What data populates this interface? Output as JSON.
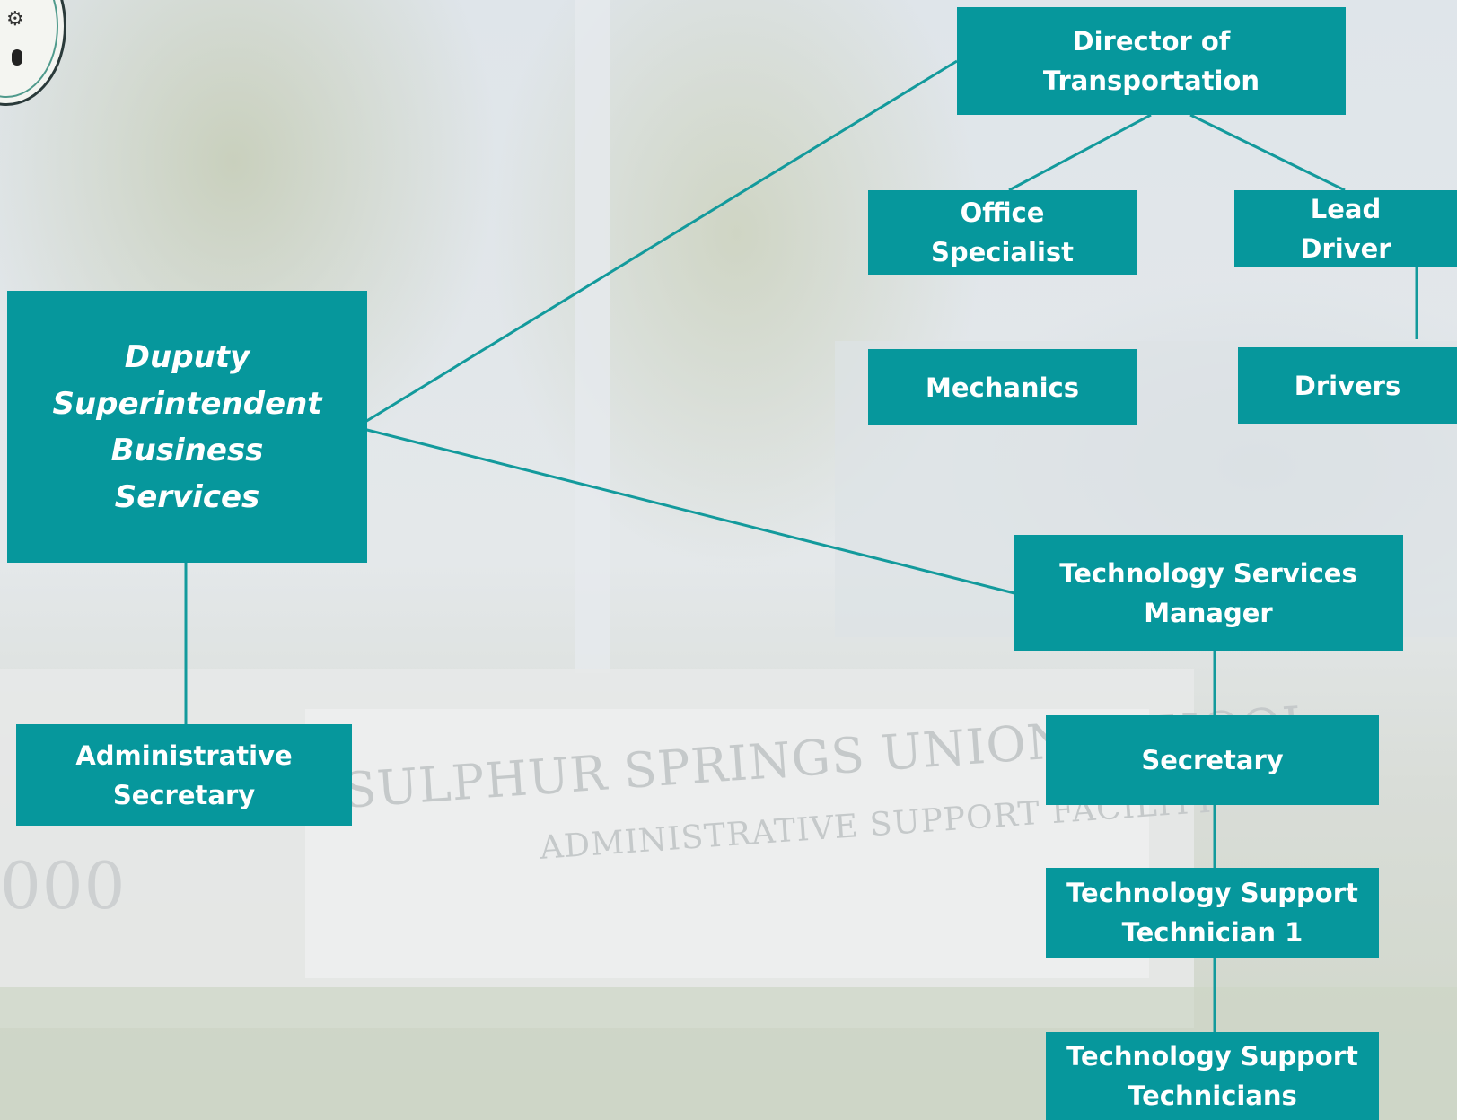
{
  "background": {
    "sign_line1": "SULPHUR SPRINGS UNION SCHOOL",
    "sign_line2": "ADMINISTRATIVE SUPPORT FACILITY",
    "sign_number": "000"
  },
  "logo": {
    "icon": "school-district-seal"
  },
  "colors": {
    "box": "#06979c",
    "line": "#139a9c",
    "text": "#ffffff"
  },
  "chart": {
    "root": "Duputy\nSuperintendent\nBusiness\nServices",
    "admin_secretary": "Administrative\nSecretary",
    "director_transportation": "Director of\nTransportation",
    "office_specialist": "Office\nSpecialist",
    "lead_driver": "Lead\nDriver",
    "mechanics": "Mechanics",
    "drivers": "Drivers",
    "tech_manager": "Technology Services\nManager",
    "secretary": "Secretary",
    "tech_support_1": "Technology Support\nTechnician 1",
    "tech_support_techs": "Technology Support\nTechnicians"
  }
}
